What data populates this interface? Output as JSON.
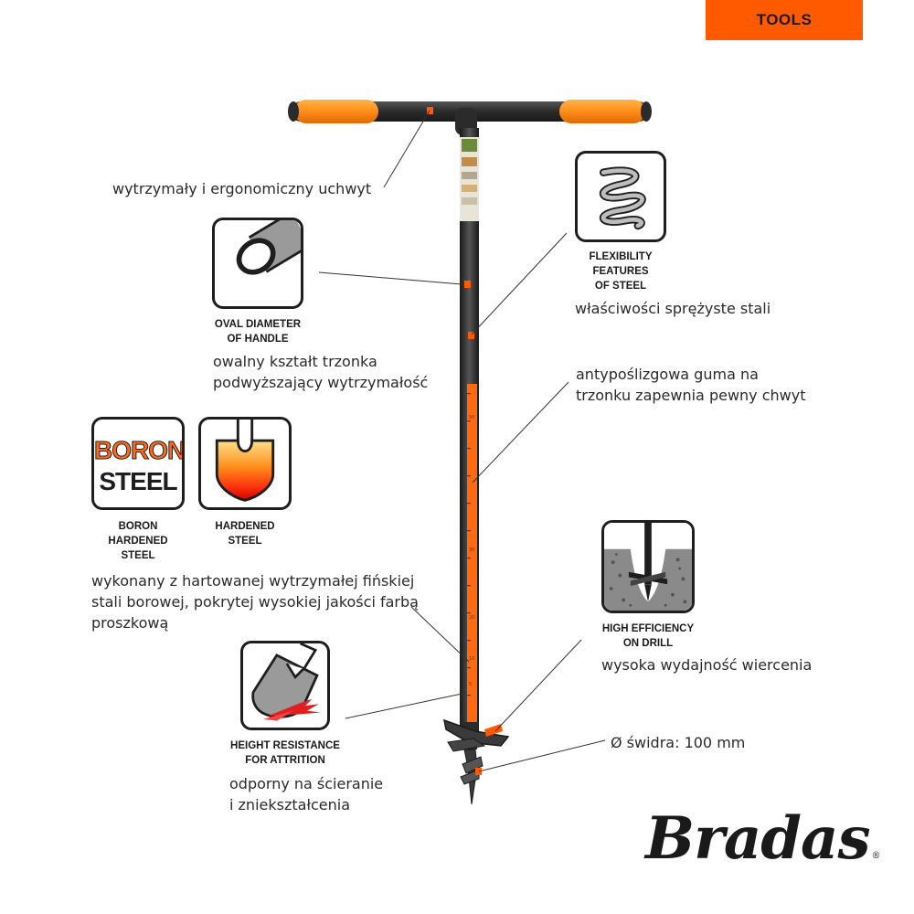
{
  "badge": {
    "label": "TOOLS",
    "color": "#ff5a00"
  },
  "brand": {
    "name": "Bradas",
    "mark": "®"
  },
  "colors": {
    "orange": "#ff5a00",
    "grip": "#ff8c1a",
    "shaft": "#2b2b2b"
  },
  "features": {
    "handle": {
      "text": "wytrzymały i ergonomiczny uchwyt"
    },
    "oval": {
      "icon": "oval-tube-icon",
      "caption": "OVAL DIAMETER\nOF HANDLE",
      "text_line1": "owalny kształt trzonka",
      "text_line2": "podwyższający wytrzymałość"
    },
    "flex": {
      "icon": "spring-icon",
      "caption": "FLEXIBILITY\nFEATURES\nOF STEEL",
      "text": "właściwości sprężyste stali"
    },
    "grip": {
      "text_line1": "antypoślizgowa guma na",
      "text_line2": "trzonku zapewnia pewny chwyt"
    },
    "boron": {
      "icon_word1": "BORON",
      "icon_word2": "STEEL",
      "caption": "BORON\nHARDENED\nSTEEL"
    },
    "hardened": {
      "icon": "hardened-spade-icon",
      "caption": "HARDENED\nSTEEL"
    },
    "material": {
      "text_line1": "wykonany z hartowanej wytrzymałej fińskiej",
      "text_line2": "stali borowej, pokrytej wysokiej jakości farbą",
      "text_line3": "proszkową"
    },
    "drill": {
      "icon": "drill-in-soil-icon",
      "caption": "HIGH EFFICIENCY\nON DRILL",
      "text": "wysoka wydajność wiercenia"
    },
    "diameter": {
      "text": "Ø świdra: 100 mm"
    },
    "attrition": {
      "icon": "spade-wear-icon",
      "caption": "HEIGHT RESISTANCE\nFOR ATTRITION",
      "text_line1": "odporny na ścieranie",
      "text_line2": "i zniekształcenia"
    }
  },
  "scale_marks": [
    "50",
    "30",
    "20",
    "10",
    "5"
  ]
}
